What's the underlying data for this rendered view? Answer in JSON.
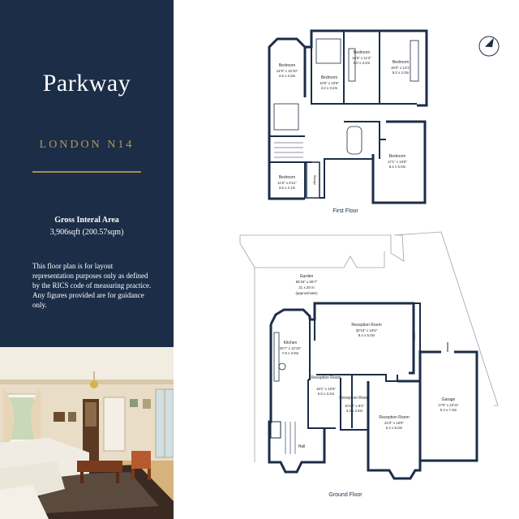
{
  "panel": {
    "title": "Parkway",
    "subtitle": "LONDON N14",
    "area_label": "Gross Interal Area",
    "area_value": "3,906sqft (200.57sqm)",
    "disclaimer": "This floor plan is for layout representation purposes only as defined by the RICS code of measuring practice. Any figures provided are for guidance only."
  },
  "colors": {
    "panel_bg": "#1b2d47",
    "accent_gold": "#b59a5b",
    "wall": "#1b2d47"
  },
  "first_floor": {
    "label": "First Floor",
    "rooms": [
      {
        "name": "Bedroom",
        "dims_imperial": "14'9\" x 10'10\"",
        "dims_metric": "4.5 x 3.3m"
      },
      {
        "name": "Bedroom",
        "dims_imperial": "10'5\" x 10'8\"",
        "dims_metric": "3.2 x 3.2m"
      },
      {
        "name": "Bedroom",
        "dims_imperial": "16'5\" x 11'2\"",
        "dims_metric": "5.0 x 3.4m"
      },
      {
        "name": "Bedroom",
        "dims_imperial": "16'5\" x 14'1\"",
        "dims_metric": "5.0 x 4.3m"
      },
      {
        "name": "Bedroom",
        "dims_imperial": "17'1\" x 16'5\"",
        "dims_metric": "5.2 x 5.0m"
      },
      {
        "name": "Bedroom",
        "dims_imperial": "11'6\" x 6'11\"",
        "dims_metric": "3.5 x 2.1m"
      },
      {
        "name": "Storage",
        "dims_imperial": "",
        "dims_metric": ""
      }
    ]
  },
  "ground_floor": {
    "label": "Ground Floor",
    "garden": {
      "name": "Garden",
      "dims_imperial": "65'18\" x 65'7\"",
      "dims_metric": "21 x 20 m",
      "note": "(approximate)"
    },
    "rooms": [
      {
        "name": "Kitchen",
        "dims_imperial": "25'7\" x 12'10\"",
        "dims_metric": "7.8 x 3.9m"
      },
      {
        "name": "Reception Room",
        "dims_imperial": "30'10\" x 16'5\"",
        "dims_metric": "9.4 x 5.0m"
      },
      {
        "name": "Reception Room",
        "dims_imperial": "18'1\" x 10'6\"",
        "dims_metric": "5.5 x 3.2m"
      },
      {
        "name": "Reception Room",
        "dims_imperial": "10'10\" x 8'2\"",
        "dims_metric": "3.3 x 2.5m"
      },
      {
        "name": "Reception Room",
        "dims_imperial": "21'0\" x 16'5\"",
        "dims_metric": "6.4 x 5.0m"
      },
      {
        "name": "Garage",
        "dims_imperial": "17'9\" x 23'11\"",
        "dims_metric": "5.4 x 7.3m"
      },
      {
        "name": "Hall",
        "dims_imperial": "",
        "dims_metric": ""
      },
      {
        "name": "Room",
        "dims_imperial": "",
        "dims_metric": ""
      }
    ]
  },
  "icons": {
    "compass": "compass-north-icon"
  }
}
